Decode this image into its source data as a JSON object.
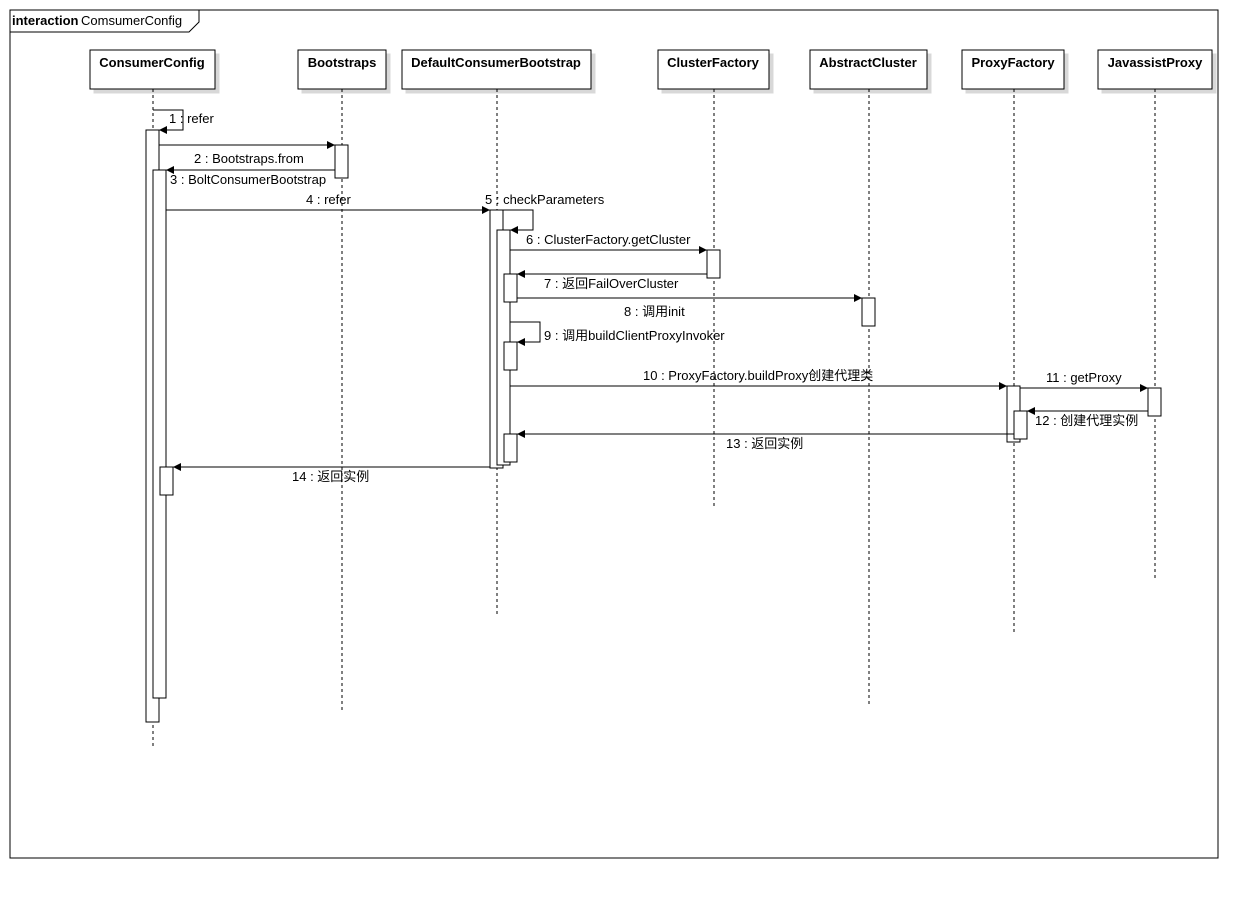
{
  "frame": {
    "keyword": "interaction",
    "name": "ComsumerConfig"
  },
  "participants": [
    {
      "id": "consumerconfig",
      "label": "ConsumerConfig"
    },
    {
      "id": "bootstraps",
      "label": "Bootstraps"
    },
    {
      "id": "defaultconsumerbootstrap",
      "label": "DefaultConsumerBootstrap"
    },
    {
      "id": "clusterfactory",
      "label": "ClusterFactory"
    },
    {
      "id": "abstractcluster",
      "label": "AbstractCluster"
    },
    {
      "id": "proxyfactory",
      "label": "ProxyFactory"
    },
    {
      "id": "javassistproxy",
      "label": "JavassistProxy"
    }
  ],
  "messages": [
    {
      "label": "1 : refer"
    },
    {
      "label": "2 : Bootstraps.from"
    },
    {
      "label": "3 : BoltConsumerBootstrap"
    },
    {
      "label": "4 : refer"
    },
    {
      "label": "5 : checkParameters"
    },
    {
      "label": "6 : ClusterFactory.getCluster"
    },
    {
      "label": "7 : 返回FailOverCluster"
    },
    {
      "label": "8 : 调用init"
    },
    {
      "label": "9 : 调用buildClientProxyInvoker"
    },
    {
      "label": "10 : ProxyFactory.buildProxy创建代理类"
    },
    {
      "label": "11 : getProxy"
    },
    {
      "label": "12 : 创建代理实例"
    },
    {
      "label": "13 : 返回实例"
    },
    {
      "label": "14 : 返回实例"
    }
  ]
}
